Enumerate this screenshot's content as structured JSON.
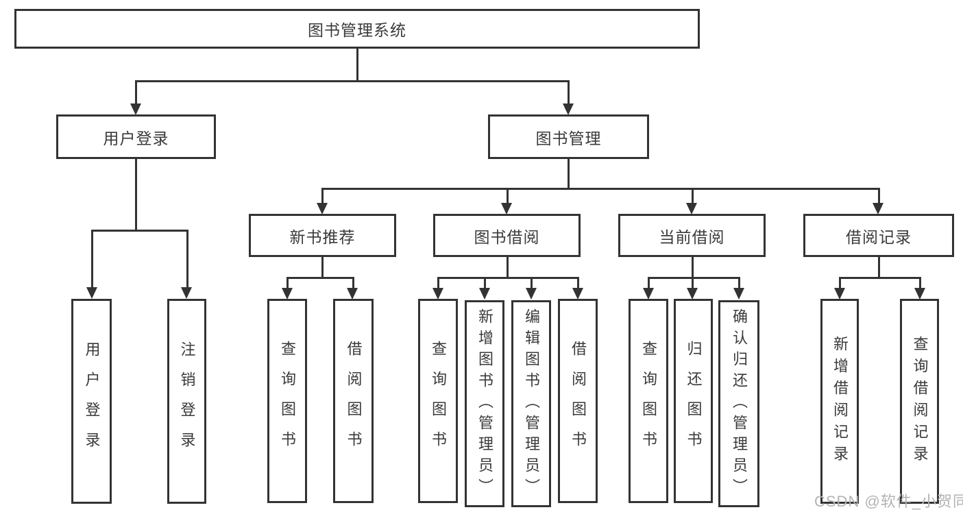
{
  "diagram": {
    "root": {
      "label": "图书管理系统"
    },
    "branches": {
      "user_login": {
        "label": "用户登录",
        "children": [
          "用户登录",
          "注销登录"
        ]
      },
      "book_management": {
        "label": "图书管理",
        "sections": {
          "new_book_recommend": {
            "label": "新书推荐",
            "children": [
              "查询图书",
              "借阅图书"
            ]
          },
          "book_borrow": {
            "label": "图书借阅",
            "children": [
              "查询图书",
              "新增图书（管理员）",
              "编辑图书（管理员）",
              "借阅图书"
            ]
          },
          "current_borrow": {
            "label": "当前借阅",
            "children": [
              "查询图书",
              "归还图书",
              "确认归还（管理员）"
            ]
          },
          "borrow_record": {
            "label": "借阅记录",
            "children": [
              "新增借阅记录",
              "查询借阅记录"
            ]
          }
        }
      }
    },
    "watermark": "CSDN @软件_小贺同学",
    "colors": {
      "line": "#333333",
      "text": "#3a3a3a",
      "watermark": "#b3b3b3",
      "background": "#ffffff"
    }
  }
}
